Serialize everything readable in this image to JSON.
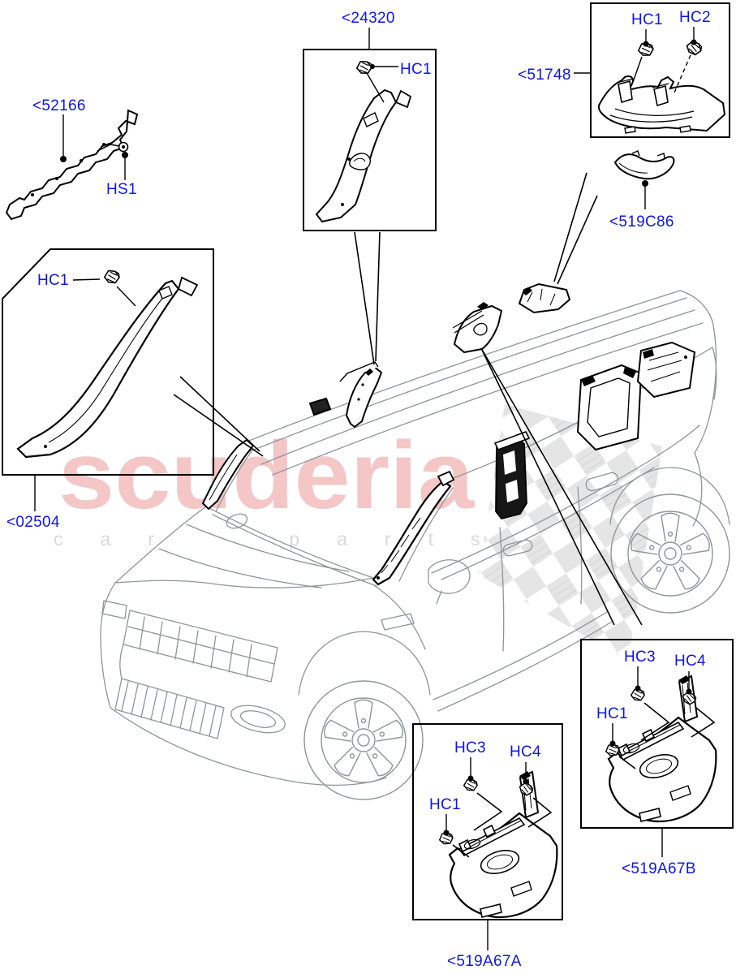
{
  "watermark": {
    "brand": "scuderia",
    "tagline": "car parts",
    "brand_color": "#f4c6c6",
    "tagline_color": "#d9d9d9"
  },
  "colors": {
    "label_blue": "#0f16e8",
    "line_black": "#000000",
    "sketch_gray": "#8f9499",
    "checker_gray": "#e0e0e0",
    "background": "#ffffff"
  },
  "callouts": {
    "roof_rail_bracket": {
      "part_number": "<52166",
      "fastener_hs1": "HS1"
    },
    "b_pillar_upper_trim": {
      "part_number": "<24320",
      "fastener_hc1": "HC1"
    },
    "cowl_side_trim": {
      "part_number": "<51748",
      "fastener_hc1": "HC1",
      "fastener_hc2": "HC2"
    },
    "d_pillar_cap": {
      "part_number": "<519C86"
    },
    "a_pillar_trim": {
      "part_number": "<02504",
      "fastener_hc1": "HC1"
    },
    "b_pillar_lower_trim": {
      "part_number": "<519A67A",
      "fastener_hc1": "HC1",
      "fastener_hc3": "HC3",
      "fastener_hc4": "HC4"
    },
    "c_pillar_lower_trim": {
      "part_number": "<519A67B",
      "fastener_hc1": "HC1",
      "fastener_hc3": "HC3",
      "fastener_hc4": "HC4"
    }
  }
}
